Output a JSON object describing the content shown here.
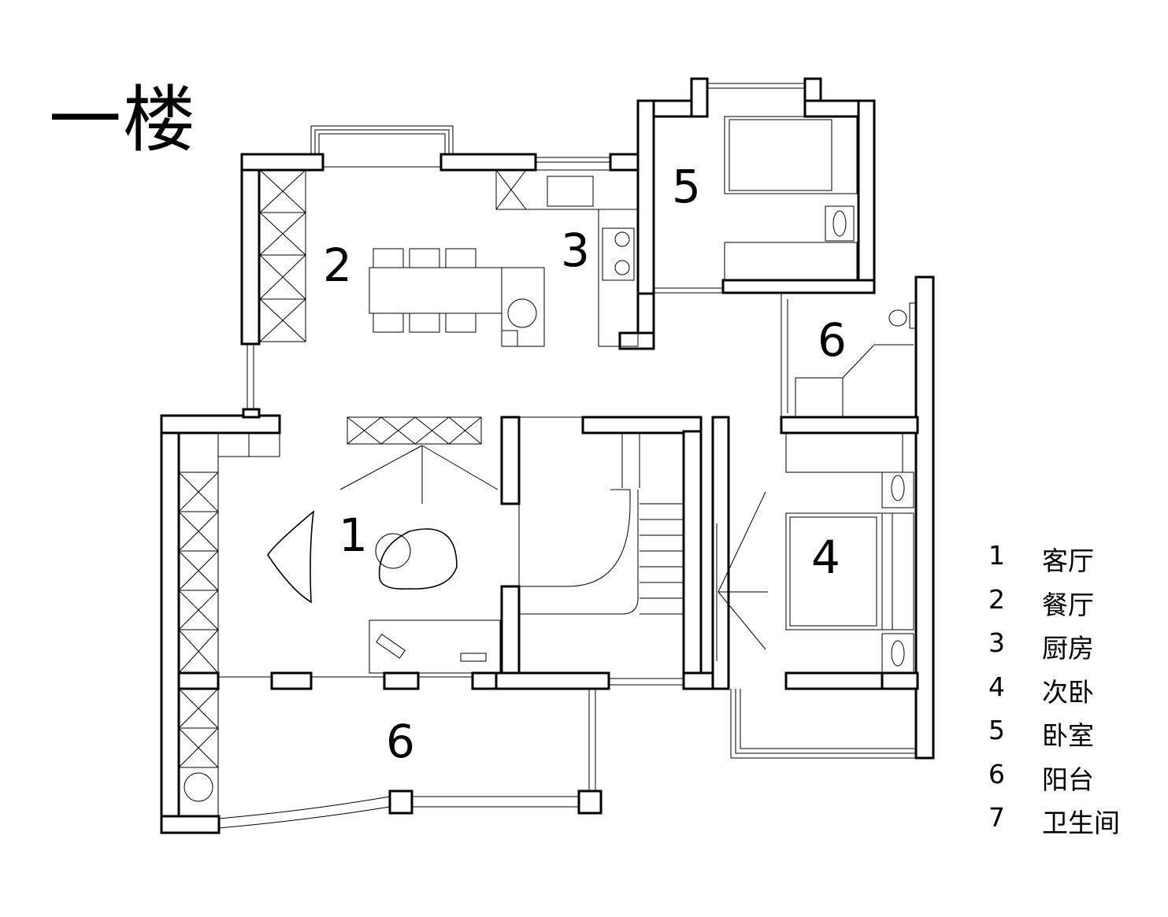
{
  "title": "一楼",
  "room_labels": {
    "living": "1",
    "dining": "2",
    "kitchen": "3",
    "bedroom2": "4",
    "bedroom": "5",
    "bathroom": "6",
    "balcony": "6"
  },
  "legend": [
    {
      "num": "1",
      "name": "客厅"
    },
    {
      "num": "2",
      "name": "餐厅"
    },
    {
      "num": "3",
      "name": "厨房"
    },
    {
      "num": "4",
      "name": "次卧"
    },
    {
      "num": "5",
      "name": "卧室"
    },
    {
      "num": "6",
      "name": "阳台"
    },
    {
      "num": "7",
      "name": "卫生间"
    }
  ]
}
